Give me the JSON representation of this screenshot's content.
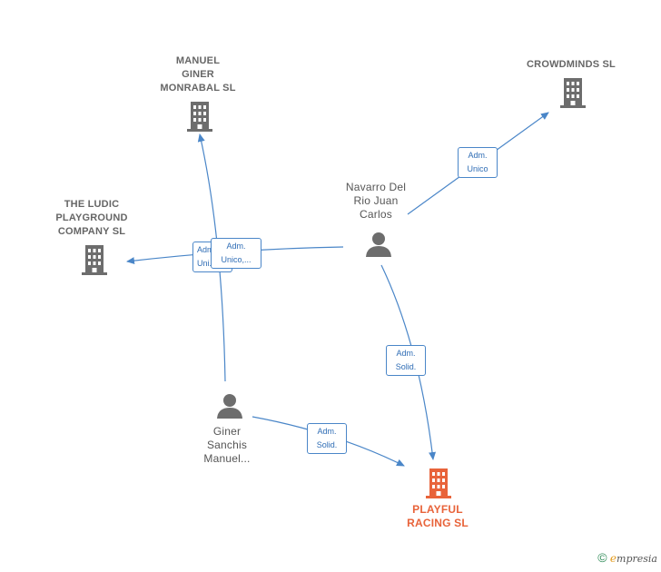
{
  "colors": {
    "edge": "#4a86c8",
    "node_gray": "#6d6d6d",
    "focus": "#e8633a"
  },
  "nodes": {
    "manuel_giner": {
      "lines": [
        "MANUEL",
        "GINER",
        "MONRABAL SL"
      ],
      "kind": "company"
    },
    "crowdminds": {
      "lines": [
        "CROWDMINDS SL"
      ],
      "kind": "company"
    },
    "ludic": {
      "lines": [
        "THE LUDIC",
        "PLAYGROUND",
        "COMPANY  SL"
      ],
      "kind": "company"
    },
    "navarro": {
      "lines": [
        "Navarro Del",
        "Rio Juan",
        "Carlos"
      ],
      "kind": "person"
    },
    "giner_sanchis": {
      "lines": [
        "Giner",
        "Sanchis",
        "Manuel..."
      ],
      "kind": "person"
    },
    "playful": {
      "lines": [
        "PLAYFUL",
        "RACING  SL"
      ],
      "kind": "company-focus"
    }
  },
  "edges": {
    "navarro_crowdminds": {
      "lines": [
        "Adm.",
        "Unico"
      ]
    },
    "navarro_ludic": {
      "lines": [
        "Adm.",
        "Unico,..."
      ]
    },
    "giner_manuel": {
      "lines": [
        "Adm.",
        "Uni..."
      ]
    },
    "navarro_playful": {
      "lines": [
        "Adm.",
        "Solid."
      ]
    },
    "giner_playful": {
      "lines": [
        "Adm.",
        "Solid."
      ]
    }
  },
  "brand": {
    "symbol": "©",
    "initial": "e",
    "rest": "mpresia"
  }
}
